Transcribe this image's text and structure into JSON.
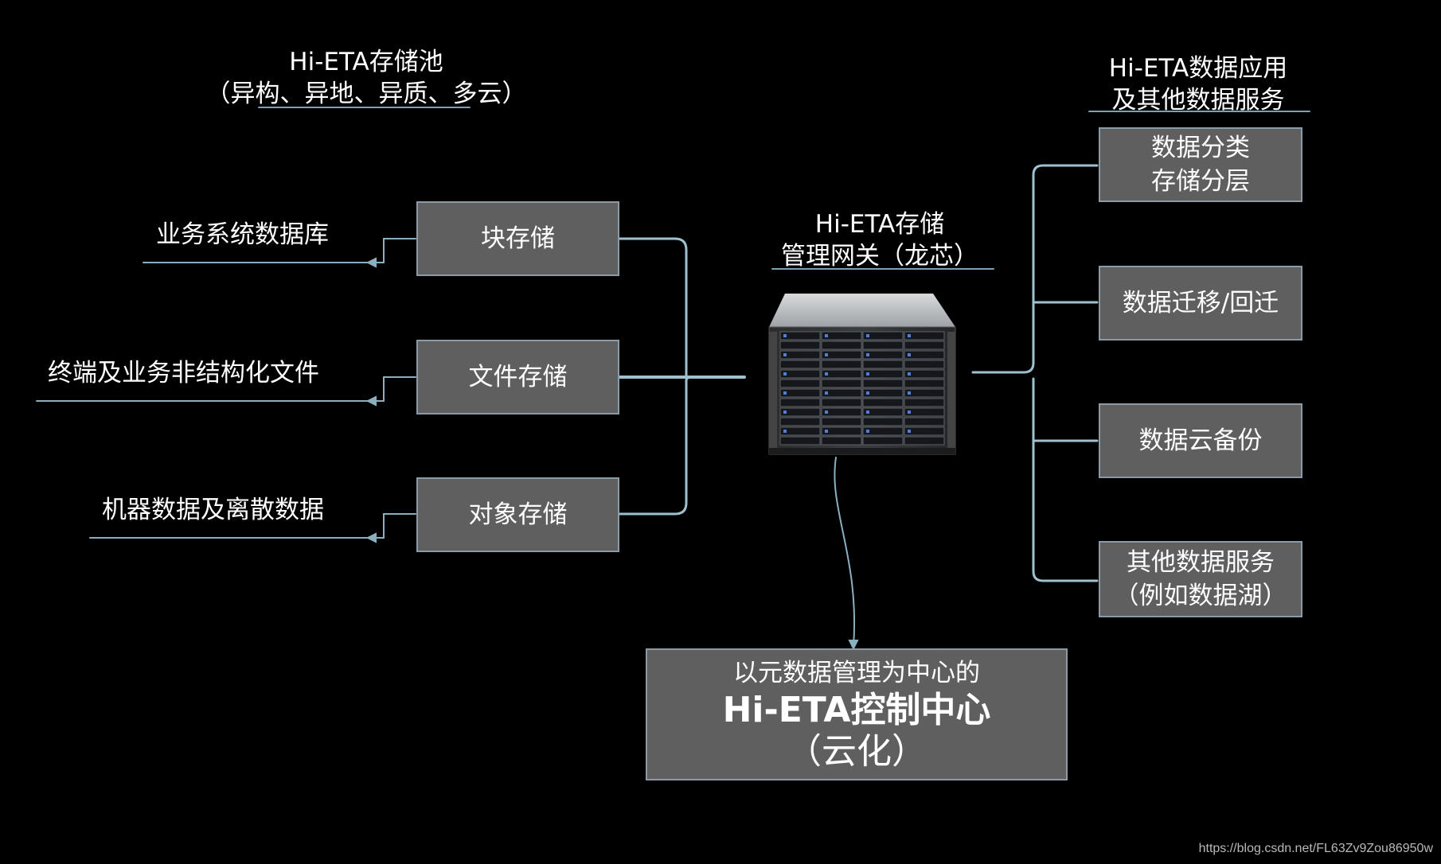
{
  "pool": {
    "title": "Hi-ETA存储池",
    "subtitle": "（异构、异地、异质、多云）"
  },
  "gateway": {
    "title_line1": "Hi-ETA存储",
    "title_line2": "管理网关（龙芯）"
  },
  "apps": {
    "title_line1": "Hi-ETA数据应用",
    "title_line2": "及其他数据服务"
  },
  "storage": [
    {
      "label": "块存储",
      "source": "业务系统数据库"
    },
    {
      "label": "文件存储",
      "source": "终端及业务非结构化文件"
    },
    {
      "label": "对象存储",
      "source": "机器数据及离散数据"
    }
  ],
  "services": [
    {
      "line1": "数据分类",
      "line2": "存储分层"
    },
    {
      "line1": "数据迁移/回迁",
      "line2": ""
    },
    {
      "line1": "数据云备份",
      "line2": ""
    },
    {
      "line1": "其他数据服务",
      "line2": "（例如数据湖）"
    }
  ],
  "control": {
    "line1": "以元数据管理为中心的",
    "line2": "Hi-ETA控制中心",
    "line3": "（云化）"
  },
  "watermark": "https://blog.csdn.net/FL63Zv9Zou86950w",
  "colors": {
    "background": "#000000",
    "box_fill": "#5f5f5f",
    "connector": "#9fc0cf"
  }
}
